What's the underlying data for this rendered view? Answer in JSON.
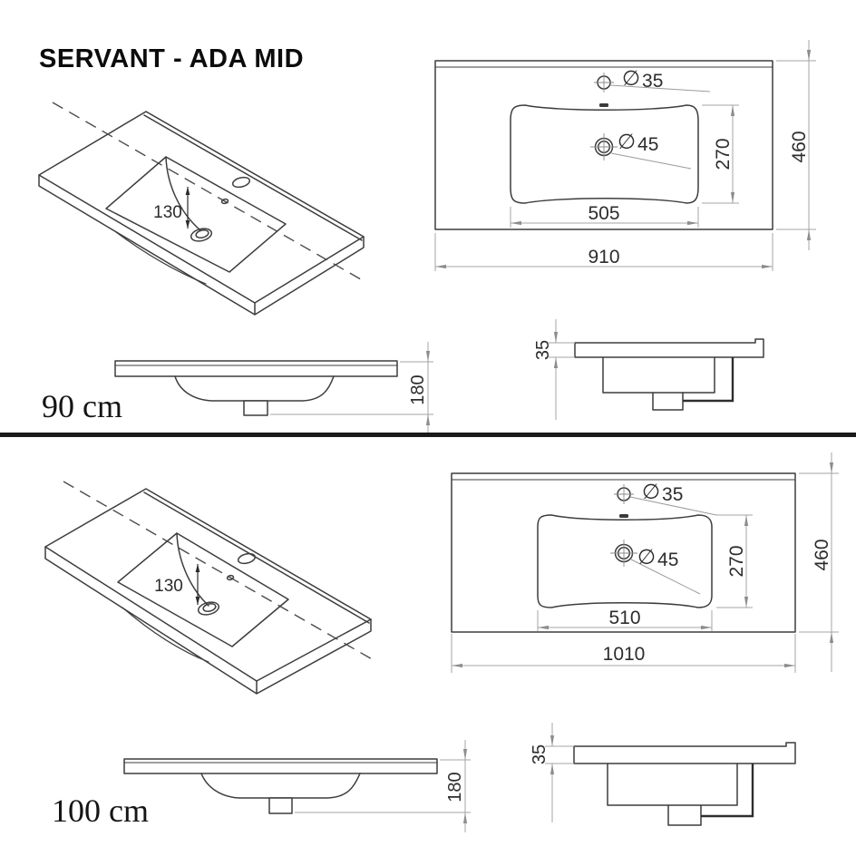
{
  "title": "SERVANT - ADA MID",
  "symbols": {
    "diameter": "∅"
  },
  "variants": [
    {
      "id": "90",
      "size_label": "90 cm",
      "dims": {
        "drain_center_offset": "130",
        "tap_hole_diameter": "35",
        "drain_diameter": "45",
        "basin_inner_depth": "270",
        "basin_inner_width": "505",
        "overall_width": "910",
        "overall_depth": "460",
        "overall_height": "180",
        "top_thickness": "35"
      }
    },
    {
      "id": "100",
      "size_label": "100 cm",
      "dims": {
        "drain_center_offset": "130",
        "tap_hole_diameter": "35",
        "drain_diameter": "45",
        "basin_inner_depth": "270",
        "basin_inner_width": "510",
        "overall_width": "1010",
        "overall_depth": "460",
        "overall_height": "180",
        "top_thickness": "35"
      }
    }
  ]
}
